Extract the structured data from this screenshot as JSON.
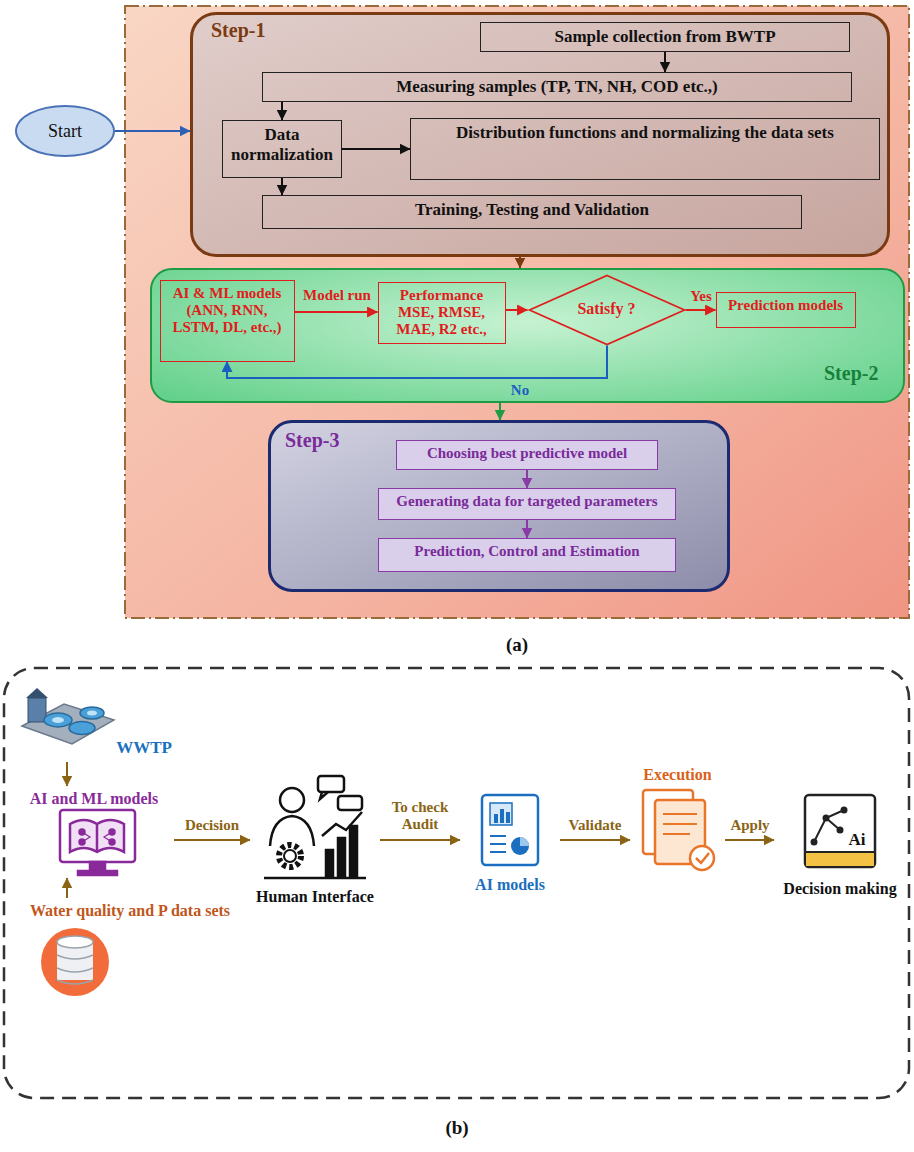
{
  "diagram": {
    "nodes": [
      {
        "text": [
          "Start"
        ]
      },
      {
        "text": [
          "Step-1"
        ]
      },
      {
        "text": [
          "Sample collection from BWTP"
        ],
        "in": 1
      },
      {
        "text": [
          "Measuring samples (TP, TN, NH, COD etc.,)"
        ],
        "in": 1
      },
      {
        "text": [
          "Data normalization"
        ],
        "in": 1
      },
      {
        "text": [
          "Distribution functions and normalizing the data sets"
        ],
        "in": 1
      },
      {
        "text": [
          "Training, Testing and Validation"
        ],
        "in": 1
      },
      {
        "text": [
          "Step-2"
        ]
      },
      {
        "text": [
          "AI & ML models (ANN, RNN, LSTM, DL, etc.,)"
        ],
        "in": 7
      },
      {
        "text": [
          "Performance MSE, RMSE, MAE, R2 etc.,"
        ],
        "in": 7
      },
      {
        "text": [
          "Satisfy ?"
        ],
        "in": 7
      },
      {
        "text": [
          "Prediction models"
        ],
        "in": 7
      },
      {
        "text": [
          "Step-3"
        ]
      },
      {
        "text": [
          "Choosing best predictive model"
        ],
        "in": 12
      },
      {
        "text": [
          "Generating data for targeted parameters"
        ],
        "in": 12
      },
      {
        "text": [
          "Prediction, Control and Estimation"
        ],
        "in": 12
      },
      {
        "text": [
          "WWTP"
        ]
      },
      {
        "text": [
          "AI and ML models"
        ]
      },
      {
        "text": [
          "Water quality and P data sets"
        ]
      },
      {
        "text": [
          "Human Interface"
        ]
      },
      {
        "text": [
          "AI models"
        ]
      },
      {
        "text": [
          "Execution"
        ]
      },
      {
        "text": [
          "Decision making"
        ]
      }
    ],
    "edges": [
      {
        "from": 0,
        "to": 1,
        "arrow": "to"
      },
      {
        "from": 2,
        "to": 3,
        "arrow": "to"
      },
      {
        "from": 3,
        "to": 4,
        "arrow": "to"
      },
      {
        "from": 4,
        "to": 5,
        "arrow": "to"
      },
      {
        "from": 4,
        "to": 6,
        "arrow": "to"
      },
      {
        "from": 1,
        "to": 7,
        "arrow": "to"
      },
      {
        "from": 8,
        "to": 9,
        "label": "Model run",
        "arrow": "to"
      },
      {
        "from": 9,
        "to": 10,
        "arrow": "to"
      },
      {
        "from": 10,
        "to": 11,
        "label": "Yes",
        "arrow": "to"
      },
      {
        "from": 10,
        "to": 8,
        "label": "No",
        "arrow": "to"
      },
      {
        "from": 7,
        "to": 12,
        "arrow": "to"
      },
      {
        "from": 13,
        "to": 14,
        "arrow": "to"
      },
      {
        "from": 14,
        "to": 15,
        "arrow": "to"
      },
      {
        "from": 16,
        "to": 17,
        "arrow": "to"
      },
      {
        "from": 18,
        "to": 17,
        "arrow": "to"
      },
      {
        "from": 17,
        "to": 19,
        "label": "Decision",
        "arrow": "to"
      },
      {
        "from": 19,
        "to": 20,
        "label": "To check Audit",
        "arrow": "to"
      },
      {
        "from": 20,
        "to": 21,
        "label": "Validate",
        "arrow": "to"
      },
      {
        "from": 21,
        "to": 22,
        "label": "Apply",
        "arrow": "to"
      }
    ],
    "labels": [
      "(a)",
      "(b)",
      "Ai"
    ]
  }
}
